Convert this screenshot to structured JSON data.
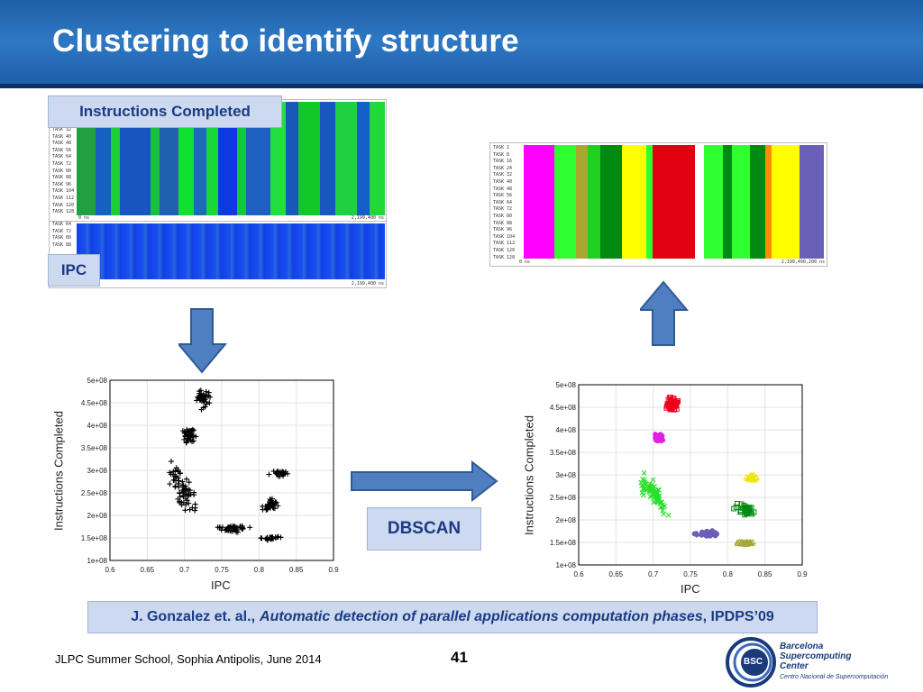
{
  "slide": {
    "title": "Clustering to identify structure",
    "footer": "JLPC Summer School, Sophia Antipolis, June 2014",
    "page_number": "41"
  },
  "labels": {
    "instructions_completed": "Instructions Completed",
    "ipc": "IPC",
    "dbscan": "DBSCAN"
  },
  "reference": {
    "authors": "J. Gonzalez et. al.,",
    "paper": "Automatic detection of parallel applications computation phases",
    "venue": ", IPDPS’09"
  },
  "trace_left": {
    "tasks_top": [
      "TASK 32",
      "TASK 40",
      "TASK 48",
      "TASK 56",
      "TASK 64",
      "TASK 72",
      "TASK 80",
      "TASK 88",
      "TASK 96",
      "TASK 104",
      "TASK 112",
      "TASK 120",
      "TASK 128"
    ],
    "tasks_bottom": [
      "TASK 64",
      "TASK 72",
      "TASK 80",
      "TASK 88"
    ],
    "start_label": "0 ns",
    "end_label": "2,199,400 ns",
    "end_label_bottom": "2,199,400 ns"
  },
  "trace_right": {
    "tasks": [
      "TASK 1",
      "TASK 8",
      "TASK 16",
      "TASK 24",
      "TASK 32",
      "TASK 40",
      "TASK 48",
      "TASK 56",
      "TASK 64",
      "TASK 72",
      "TASK 80",
      "TASK 88",
      "TASK 96",
      "TASK 104",
      "TASK 112",
      "TASK 120",
      "TASK 128"
    ],
    "start_label": "0 ns",
    "end_label": "2,199,490,200 ns"
  },
  "logo": {
    "line1": "Barcelona",
    "line2": "Supercomputing",
    "line3": "Center",
    "sub": "Centro Nacional de Supercomputación",
    "mark": "BSC"
  },
  "chart_data": [
    {
      "type": "scatter",
      "id": "raw",
      "xlabel": "IPC",
      "ylabel": "Instructions Completed",
      "xlim": [
        0.6,
        0.9
      ],
      "ylim": [
        100000000,
        500000000
      ],
      "xticks": [
        "0.6",
        "0.65",
        "0.7",
        "0.75",
        "0.8",
        "0.85",
        "0.9"
      ],
      "yticks": [
        "1e+08",
        "1.5e+08",
        "2e+08",
        "2.5e+08",
        "3e+08",
        "3.5e+08",
        "4e+08",
        "4.5e+08",
        "5e+08"
      ],
      "grid": true,
      "marker": "+",
      "series": [
        {
          "color": "#000000",
          "clusters": [
            {
              "x": 0.724,
              "y": 460000000,
              "sx": 0.005,
              "sy": 12000000,
              "n": 40
            },
            {
              "x": 0.707,
              "y": 375000000,
              "sx": 0.005,
              "sy": 12000000,
              "n": 40
            },
            {
              "x": 0.698,
              "y": 255000000,
              "sx": 0.012,
              "sy": 22000000,
              "n": 70,
              "tilt": -1800000000
            },
            {
              "x": 0.764,
              "y": 171000000,
              "sx": 0.012,
              "sy": 5000000,
              "n": 45
            },
            {
              "x": 0.826,
              "y": 293000000,
              "sx": 0.008,
              "sy": 5000000,
              "n": 30
            },
            {
              "x": 0.817,
              "y": 222000000,
              "sx": 0.007,
              "sy": 9000000,
              "n": 35
            },
            {
              "x": 0.816,
              "y": 150000000,
              "sx": 0.009,
              "sy": 3000000,
              "n": 30
            }
          ]
        }
      ]
    },
    {
      "type": "scatter",
      "id": "clustered",
      "xlabel": "IPC",
      "ylabel": "Instructions Completed",
      "xlim": [
        0.6,
        0.9
      ],
      "ylim": [
        100000000,
        500000000
      ],
      "xticks": [
        "0.6",
        "0.65",
        "0.7",
        "0.75",
        "0.8",
        "0.85",
        "0.9"
      ],
      "yticks": [
        "1e+08",
        "1.5e+08",
        "2e+08",
        "2.5e+08",
        "3e+08",
        "3.5e+08",
        "4e+08",
        "4.5e+08",
        "5e+08"
      ],
      "grid": true,
      "series": [
        {
          "color": "#e8001c",
          "marker": "square",
          "clusters": [
            {
              "x": 0.725,
              "y": 457000000,
              "sx": 0.004,
              "sy": 10000000,
              "n": 45
            }
          ]
        },
        {
          "color": "#e020e0",
          "marker": "circle",
          "clusters": [
            {
              "x": 0.709,
              "y": 383000000,
              "sx": 0.004,
              "sy": 7000000,
              "n": 30
            }
          ]
        },
        {
          "color": "#28e02a",
          "marker": "x",
          "clusters": [
            {
              "x": 0.7,
              "y": 260000000,
              "sx": 0.011,
              "sy": 17000000,
              "n": 70,
              "tilt": -1800000000
            }
          ]
        },
        {
          "color": "#6a5fb8",
          "marker": "circle",
          "clusters": [
            {
              "x": 0.774,
              "y": 169000000,
              "sx": 0.011,
              "sy": 4000000,
              "n": 45
            }
          ]
        },
        {
          "color": "#e8e800",
          "marker": "triangle",
          "clusters": [
            {
              "x": 0.832,
              "y": 294000000,
              "sx": 0.006,
              "sy": 4000000,
              "n": 30
            }
          ]
        },
        {
          "color": "#008a12",
          "marker": "square",
          "clusters": [
            {
              "x": 0.822,
              "y": 222000000,
              "sx": 0.007,
              "sy": 10000000,
              "n": 35
            }
          ]
        },
        {
          "color": "#a8a838",
          "marker": "triangle",
          "clusters": [
            {
              "x": 0.824,
              "y": 149000000,
              "sx": 0.009,
              "sy": 2500000,
              "n": 30
            }
          ]
        }
      ]
    }
  ]
}
